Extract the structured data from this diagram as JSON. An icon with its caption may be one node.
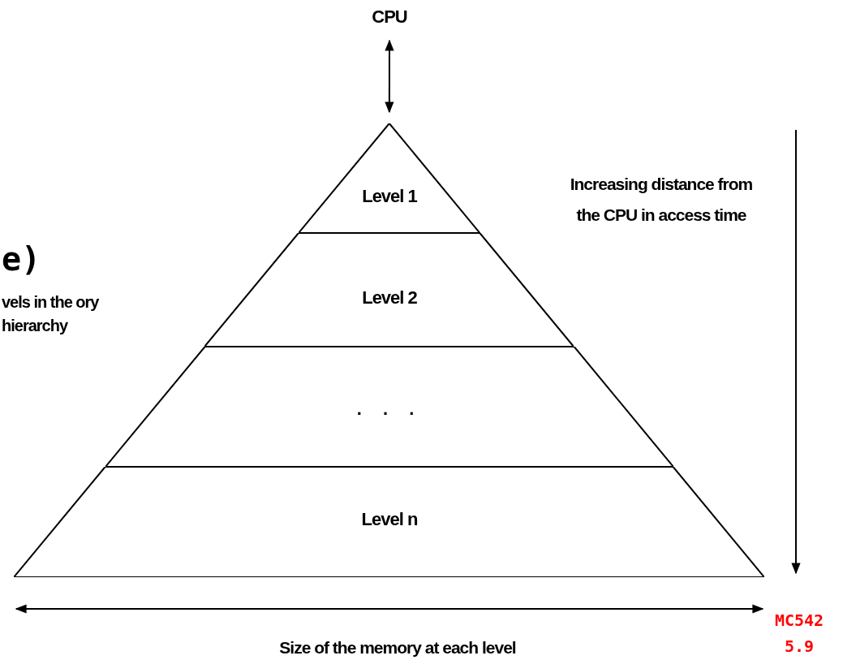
{
  "diagram": {
    "nodes": [
      {
        "text": [
          "CPU"
        ]
      },
      {
        "text": [
          "Level 1"
        ]
      },
      {
        "text": [
          "Level 2"
        ]
      },
      {
        "text": [
          ". . ."
        ]
      },
      {
        "text": [
          "Level n"
        ]
      }
    ],
    "edges": [
      {
        "from": 0,
        "to": 1,
        "arrow": "both"
      }
    ],
    "labels": [
      "e)",
      "vels in the ory hierarchy",
      "Increasing distance from the CPU in access time",
      "Size of the memory at each level",
      "MC542",
      "5.9"
    ]
  }
}
